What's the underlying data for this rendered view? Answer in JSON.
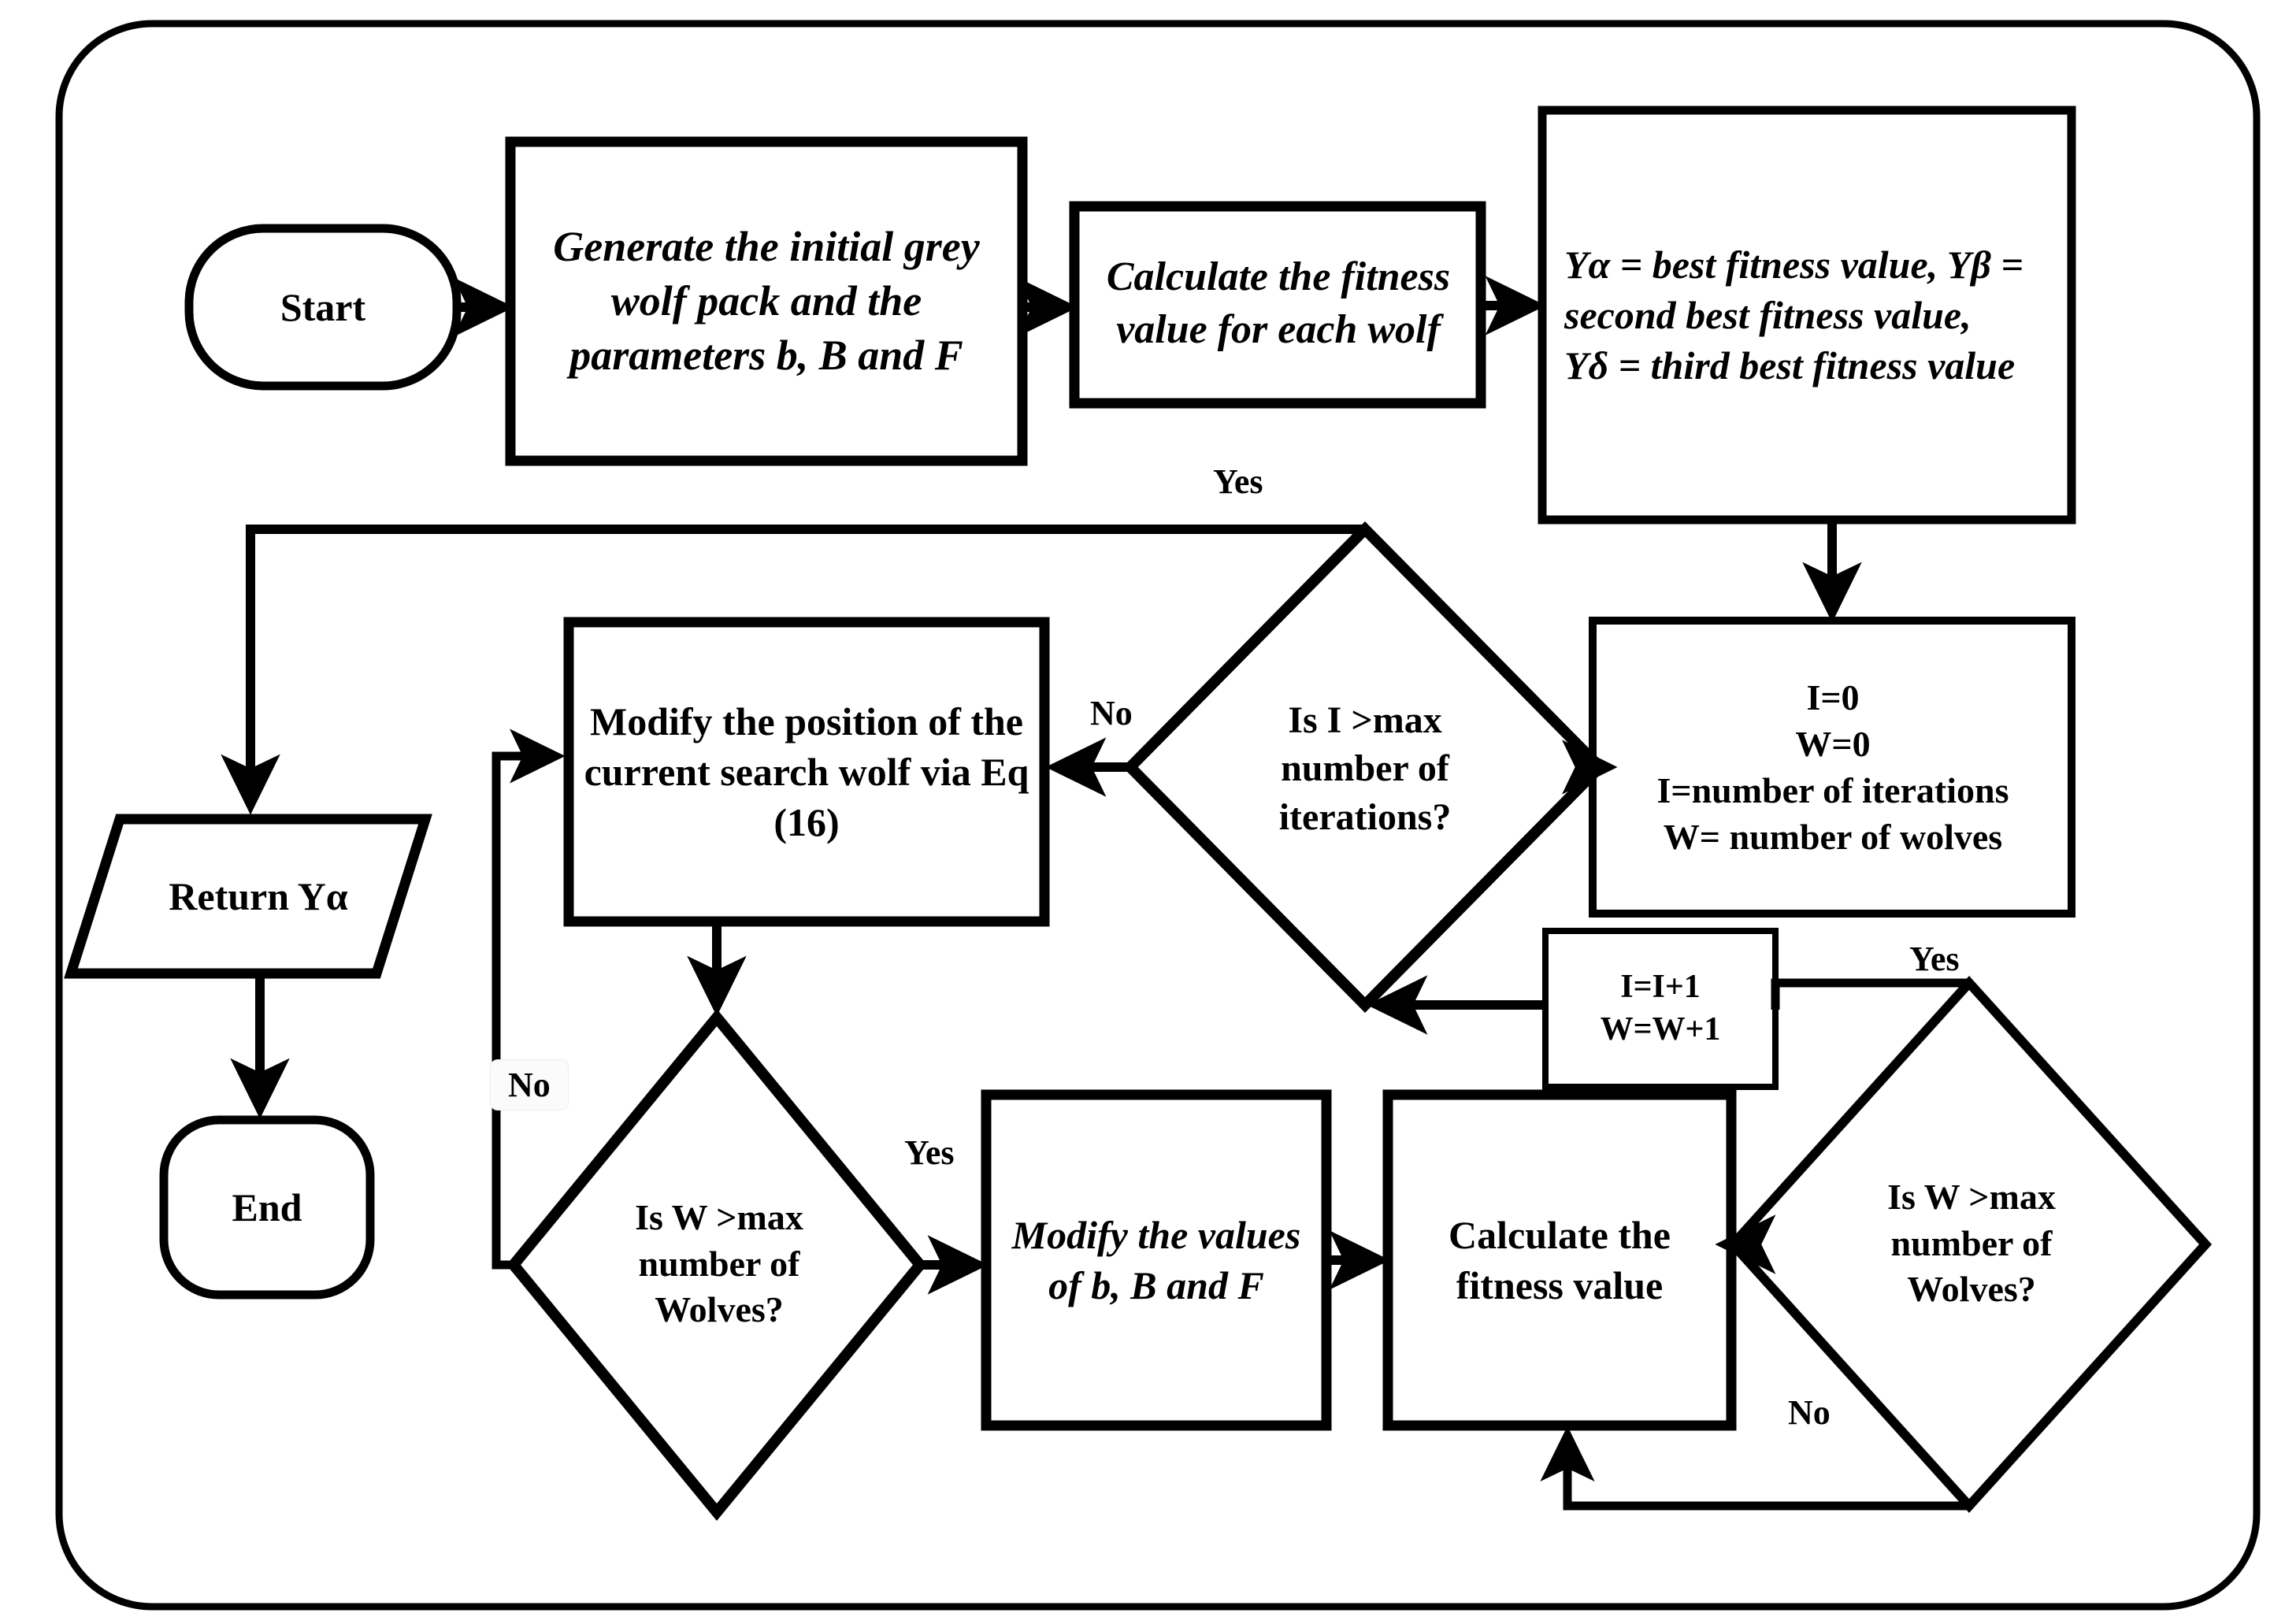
{
  "diagram": {
    "title": "Grey Wolf Optimizer Flowchart",
    "stroke_color": "#000000",
    "fill_color": "#ffffff",
    "frame": "rounded-rectangle-border"
  },
  "nodes": {
    "start": {
      "label": "Start",
      "shape": "terminator"
    },
    "generate": {
      "label": "Generate the initial grey wolf pack and the parameters b, B and F",
      "shape": "process"
    },
    "calc_fitness_each": {
      "label": "Calculate the  fitness value for each wolf",
      "shape": "process"
    },
    "rank_wolves": {
      "line1": "Yα = best fitness value, Yβ =",
      "line2": "second best fitness value,",
      "line3": "Yδ = third best fitness value",
      "shape": "process"
    },
    "init_counters": {
      "line1": "I=0",
      "line2": "W=0",
      "line3": "I=number of iterations",
      "line4": "W= number of wolves",
      "shape": "process"
    },
    "check_iterations": {
      "label": "Is I >max number of iterations?",
      "shape": "decision"
    },
    "modify_position": {
      "label": "Modify the position of the current search wolf via Eq (16)",
      "shape": "process"
    },
    "return_alpha": {
      "label": "Return Yα",
      "shape": "parallelogram"
    },
    "end": {
      "label": "End",
      "shape": "terminator"
    },
    "check_wolves_left": {
      "label": "Is W >max number of Wolves?",
      "shape": "decision"
    },
    "modify_params": {
      "label": "Modify the values of b, B and F",
      "shape": "process"
    },
    "calc_fitness": {
      "label": "Calculate the fitness value",
      "shape": "process"
    },
    "check_wolves_right": {
      "label": "Is W >max number of Wolves?",
      "shape": "decision"
    },
    "increment": {
      "line1": "I=I+1",
      "line2": "W=W+1",
      "shape": "process"
    }
  },
  "edge_labels": {
    "iterations_yes": "Yes",
    "iterations_no": "No",
    "wolves_left_no": "No",
    "wolves_left_yes": "Yes",
    "wolves_right_yes": "Yes",
    "wolves_right_no": "No"
  }
}
